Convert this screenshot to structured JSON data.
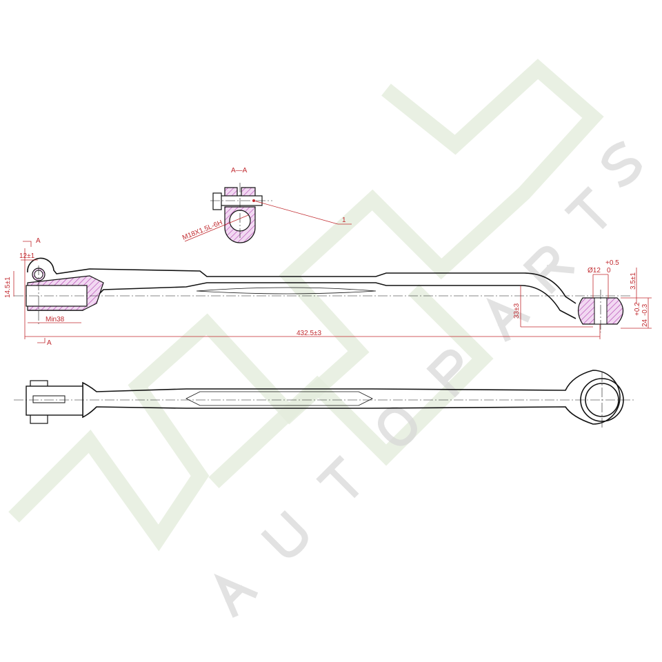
{
  "section_title": "A—A",
  "section_marks": [
    "A",
    "A"
  ],
  "thread_spec": "M18X1.5L-6H",
  "callout_number": "1",
  "dimensions": {
    "eye_offset": "12±1",
    "eye_height": "14.5±1",
    "thread_depth": "Min38",
    "overall_length": "432.5±3",
    "end_offset": "33±3",
    "bore_diameter": "Ø12",
    "bore_tol_upper": "+0.5",
    "bore_tol_lower": "0",
    "step": "3.5±1",
    "end_width": "24",
    "end_tol_upper": "+0.2",
    "end_tol_lower": "-0.3"
  },
  "watermark": {
    "letters": [
      "A",
      "U",
      "T",
      "O",
      "P",
      "A",
      "R",
      "T",
      "S"
    ]
  },
  "colors": {
    "dimension": "#c0282d",
    "hatch": "#c040c0",
    "watermark_green": "#dfe9d4",
    "watermark_gray": "#d0d0d0"
  }
}
